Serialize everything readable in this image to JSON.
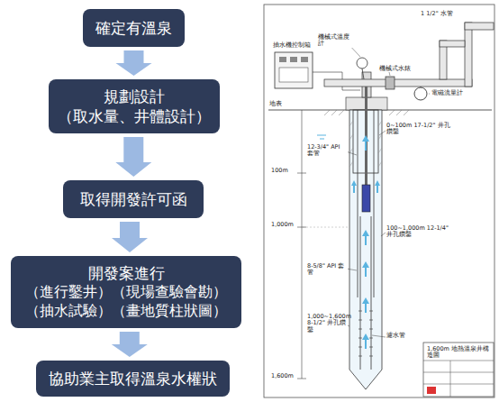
{
  "diagram": {
    "nodes": [
      {
        "text": [
          "確定有溫泉"
        ]
      },
      {
        "text": [
          "規劃設計",
          "（取水量、井體設計）"
        ]
      },
      {
        "text": [
          "取得開發許可函"
        ]
      },
      {
        "text": [
          "開發案進行",
          "（進行鑿井）（現場查驗會勘）",
          "（抽水試驗）（畫地質柱狀圖）"
        ]
      },
      {
        "text": [
          "協助業主取得溫泉水權狀"
        ]
      }
    ],
    "edges": [
      {
        "from": 0,
        "to": 1,
        "arrow": "to"
      },
      {
        "from": 1,
        "to": 2,
        "arrow": "to"
      },
      {
        "from": 2,
        "to": 3,
        "arrow": "to"
      },
      {
        "from": 3,
        "to": 4,
        "arrow": "to"
      }
    ],
    "labels": [
      "機械式溫度計",
      "機械式水錶",
      "電磁流量計",
      "抽水機控制箱",
      "1 1/2\" 水管",
      "地表",
      "0~100m 17-1/2\" 井孔鑽鑿",
      "12-3/4\" API 套管",
      "100~1,000m 12-1/4\" 井孔鑽鑿",
      "8-5/8\" API 套管",
      "100m",
      "1,000m",
      "1,600m",
      "1,000~1,600m 8-1/2\" 井孔鑽鑿",
      "濾水管",
      "1,600m 地熱溫泉井構造圖"
    ]
  }
}
